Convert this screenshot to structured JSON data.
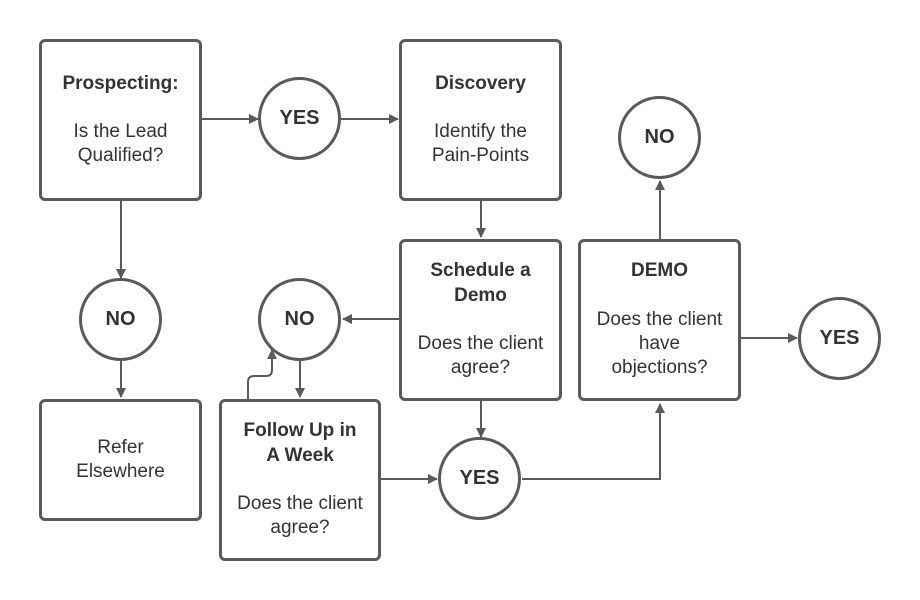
{
  "nodes": {
    "prospecting": {
      "title": "Prospecting:",
      "body_1": "Is the Lead",
      "body_2": "Qualified?"
    },
    "discovery": {
      "title": "Discovery",
      "body_1": "Identify the",
      "body_2": "Pain-Points"
    },
    "schedule_demo": {
      "title_1": "Schedule a",
      "title_2": "Demo",
      "body_1": "Does the client",
      "body_2": "agree?"
    },
    "demo": {
      "title": "DEMO",
      "body_1": "Does the client",
      "body_2": "have",
      "body_3": "objections?"
    },
    "follow_up": {
      "title_1": "Follow Up in",
      "title_2": "A Week",
      "body_1": "Does the client",
      "body_2": "agree?"
    },
    "refer": {
      "body_1": "Refer",
      "body_2": "Elsewhere"
    },
    "yes_top": {
      "label": "YES"
    },
    "no_left": {
      "label": "NO"
    },
    "no_middle": {
      "label": "NO"
    },
    "yes_bottom": {
      "label": "YES"
    },
    "no_top_right": {
      "label": "NO"
    },
    "yes_right": {
      "label": "YES"
    }
  },
  "colors": {
    "stroke": "#5a5a5a",
    "text": "#333333",
    "background": "#ffffff"
  }
}
